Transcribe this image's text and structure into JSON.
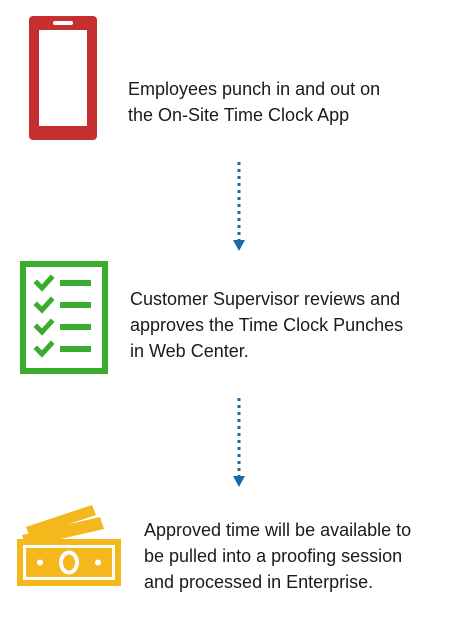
{
  "steps": [
    {
      "icon": "mobile-phone-icon",
      "color": "#c62f2f",
      "lines": [
        "Employees punch in and out on",
        "the On-Site Time Clock App"
      ]
    },
    {
      "icon": "checklist-icon",
      "color": "#3aab2e",
      "lines": [
        "Customer Supervisor reviews and",
        "approves the Time Clock Punches",
        "in Web Center."
      ]
    },
    {
      "icon": "money-bills-icon",
      "color": "#f5b81c",
      "lines": [
        "Approved time will be available to",
        "be pulled into a proofing session",
        "and processed in Enterprise."
      ]
    }
  ],
  "arrow_color": "#1a6aa8"
}
